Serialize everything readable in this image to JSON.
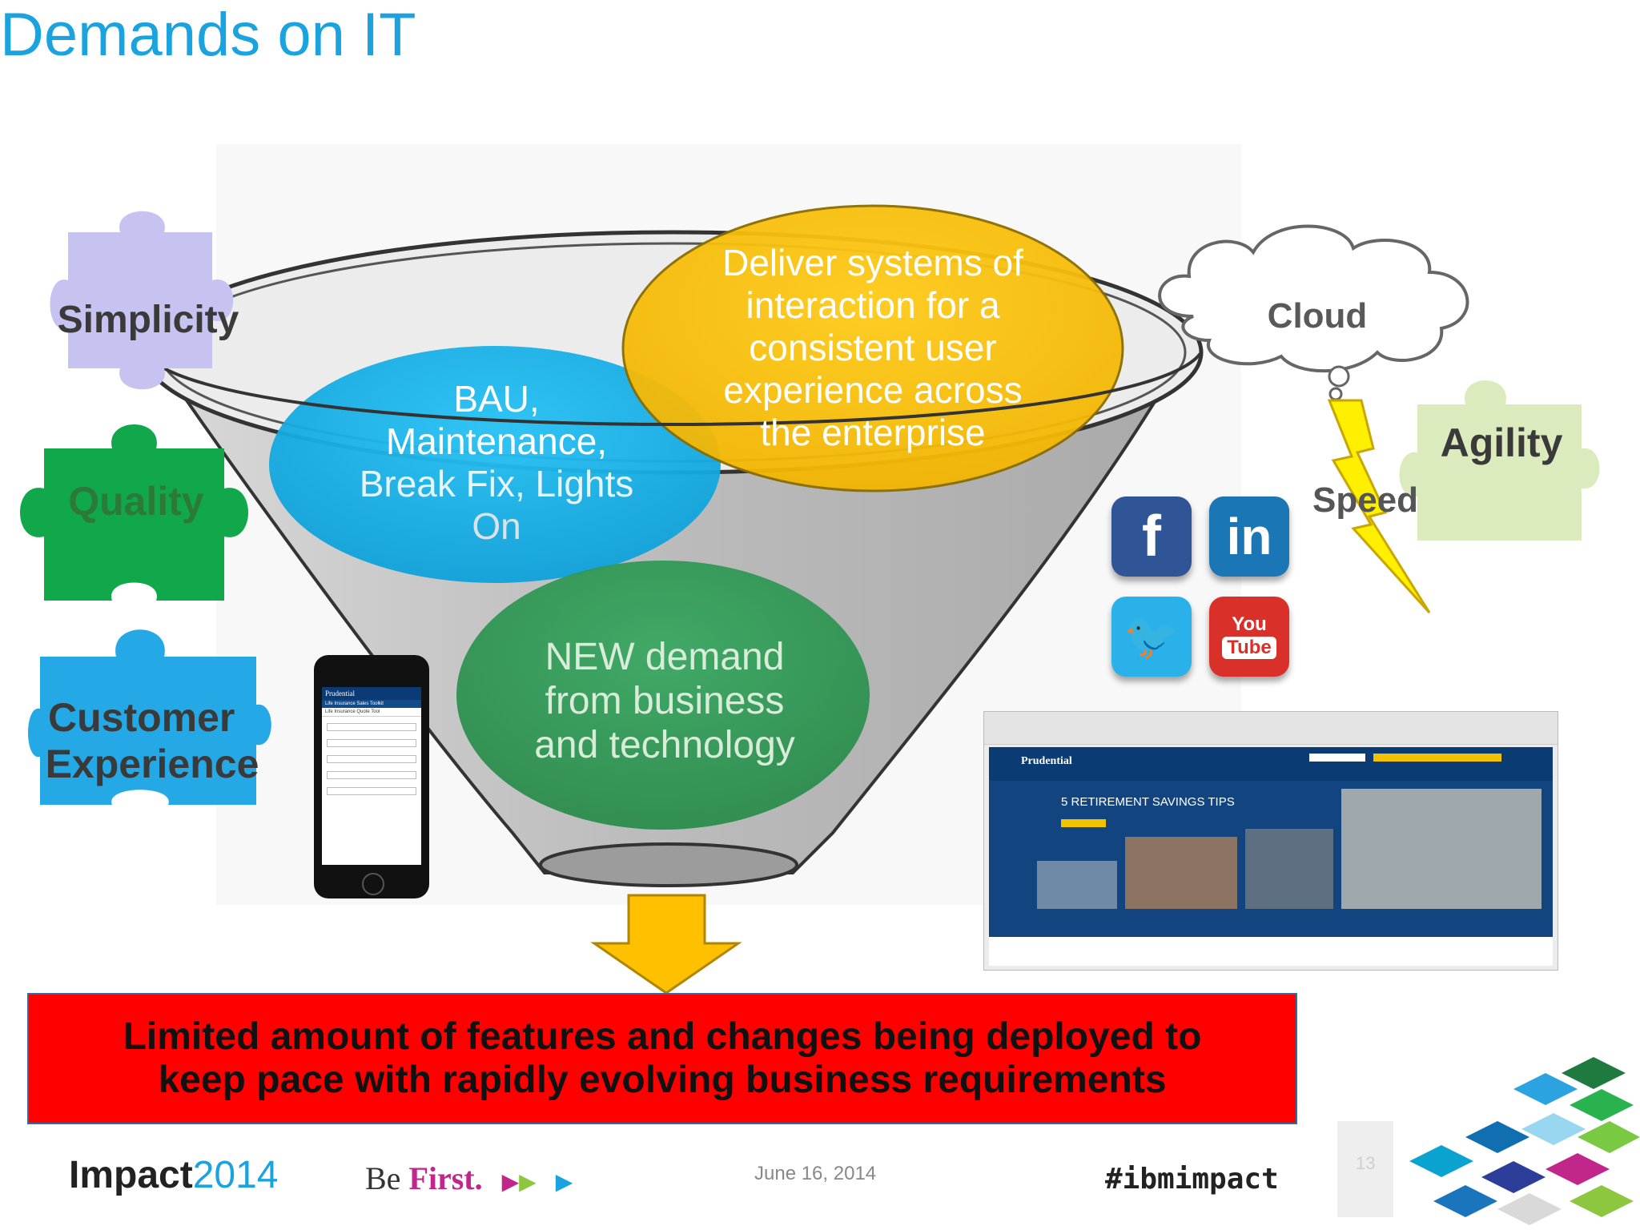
{
  "slide": {
    "title": "Demands on IT",
    "colors": {
      "title": "#1aa3de",
      "banner": "#ff0000",
      "gold": "#ffc000",
      "teal": "#1ab0e8",
      "green": "#2e9650"
    }
  },
  "puzzle_pieces": {
    "simplicity": "Simplicity",
    "quality": "Quality",
    "customer_experience_line1": "Customer",
    "customer_experience_line2": "Experience",
    "agility": "Agility"
  },
  "funnel": {
    "bau_lines": [
      "BAU,",
      "Maintenance,",
      "Break Fix, Lights",
      "On"
    ],
    "deliver_lines": [
      "Deliver systems of",
      "interaction for a",
      "consistent user",
      "experience across",
      "the enterprise"
    ],
    "new_demand_lines": [
      "NEW demand",
      "from business",
      "and technology"
    ]
  },
  "right_side": {
    "cloud_label": "Cloud",
    "speed_label": "Speed",
    "social_icons": [
      "facebook-icon",
      "linkedin-icon",
      "twitter-icon",
      "youtube-icon"
    ],
    "facebook_glyph": "f",
    "linkedin_glyph": "in",
    "twitter_glyph": "🐦",
    "youtube_glyph_1": "You",
    "youtube_glyph_2": "Tube"
  },
  "website": {
    "brand": "Prudential",
    "headline": "5 RETIREMENT SAVINGS TIPS"
  },
  "phone": {
    "brand": "Prudential",
    "title": "Life Insurance Sales Toolkit",
    "subtitle": "Life Insurance Quote Tool"
  },
  "banner": {
    "line1": "Limited amount of features and changes being deployed to",
    "line2": "keep pace with rapidly evolving business requirements"
  },
  "footer": {
    "impact_word": "Impact",
    "impact_year": "2014",
    "be": "Be",
    "first": "First.",
    "date": "June 16, 2014",
    "hashtag": "#ibmimpact",
    "page_number": "13"
  }
}
